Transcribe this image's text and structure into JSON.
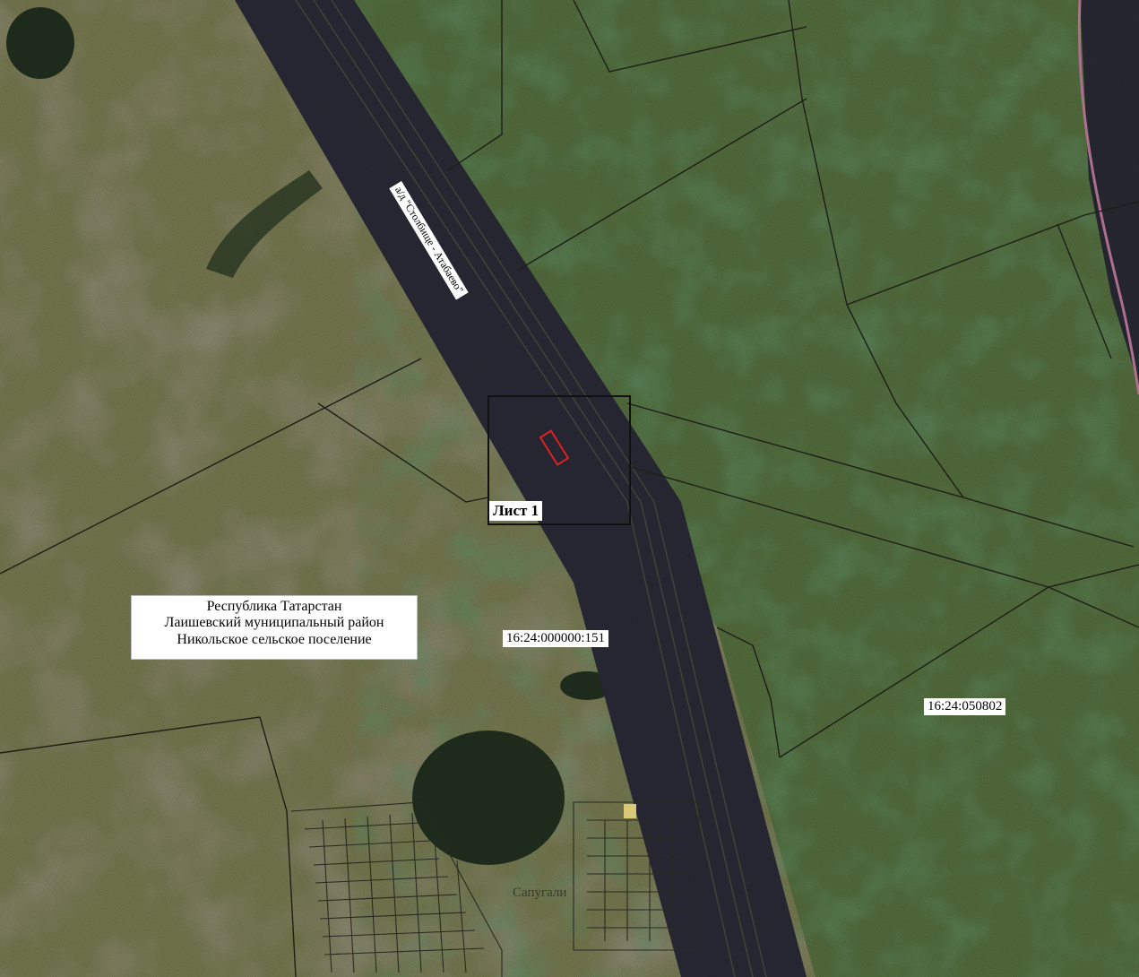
{
  "map": {
    "road_label": "а/д \"Столбище - Атабаево\"",
    "sheet_label": "Лист 1",
    "region_label": {
      "line1": "Республика Татарстан",
      "line2": "Лаишевский муниципальный район",
      "line3": "Никольское сельское поселение"
    },
    "parcel_labels": {
      "road_parcel": "16:24:000000:151",
      "quarter": "16:24:050802"
    },
    "settlement_label": "Сапугали",
    "colors": {
      "field": "#7a7c52",
      "meadow": "#4f6a3c",
      "forest": "#22301f",
      "road": "#2b2b38",
      "boundary": "#1e1e18",
      "target_parcel": "#e02020",
      "pink_line": "#c27ca0"
    }
  }
}
